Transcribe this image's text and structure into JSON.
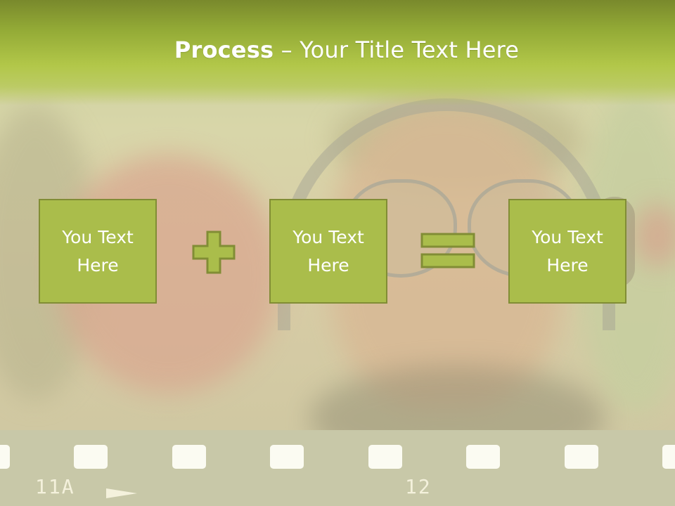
{
  "slide": {
    "title_bold": "Process",
    "title_rest": " – Your Title Text Here"
  },
  "process": {
    "boxes": [
      {
        "text": "You Text\nHere"
      },
      {
        "text": "You Text\nHere"
      },
      {
        "text": "You Text\nHere"
      }
    ],
    "operators": [
      "plus-icon",
      "equals-icon"
    ]
  },
  "filmstrip": {
    "frame_label_left": "11A",
    "frame_label_right": "12",
    "arrow_icon": "right-triangle-arrow-icon"
  },
  "colors": {
    "title_band": "#b2c749",
    "box_fill": "#aabd4b",
    "box_border": "#818d35",
    "text": "#ffffff"
  }
}
